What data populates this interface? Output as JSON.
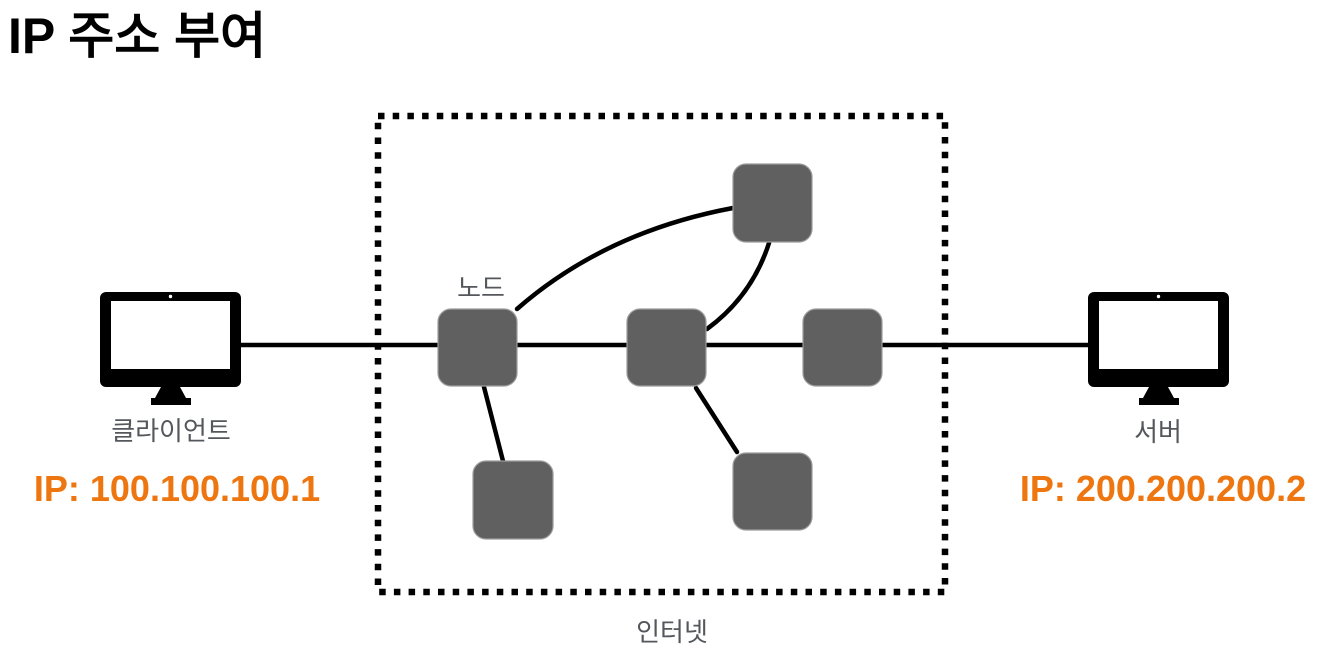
{
  "title": "IP 주소 부여",
  "client": {
    "label": "클라이언트",
    "ip": "IP: 100.100.100.1"
  },
  "server": {
    "label": "서버",
    "ip": "IP: 200.200.200.2"
  },
  "internet": {
    "label": "인터넷",
    "node_label": "노드",
    "node_count": 6
  },
  "colors": {
    "accent_orange": "#EE7611",
    "node_gray": "#606060",
    "label_gray": "#54575C",
    "line_black": "#000000"
  }
}
